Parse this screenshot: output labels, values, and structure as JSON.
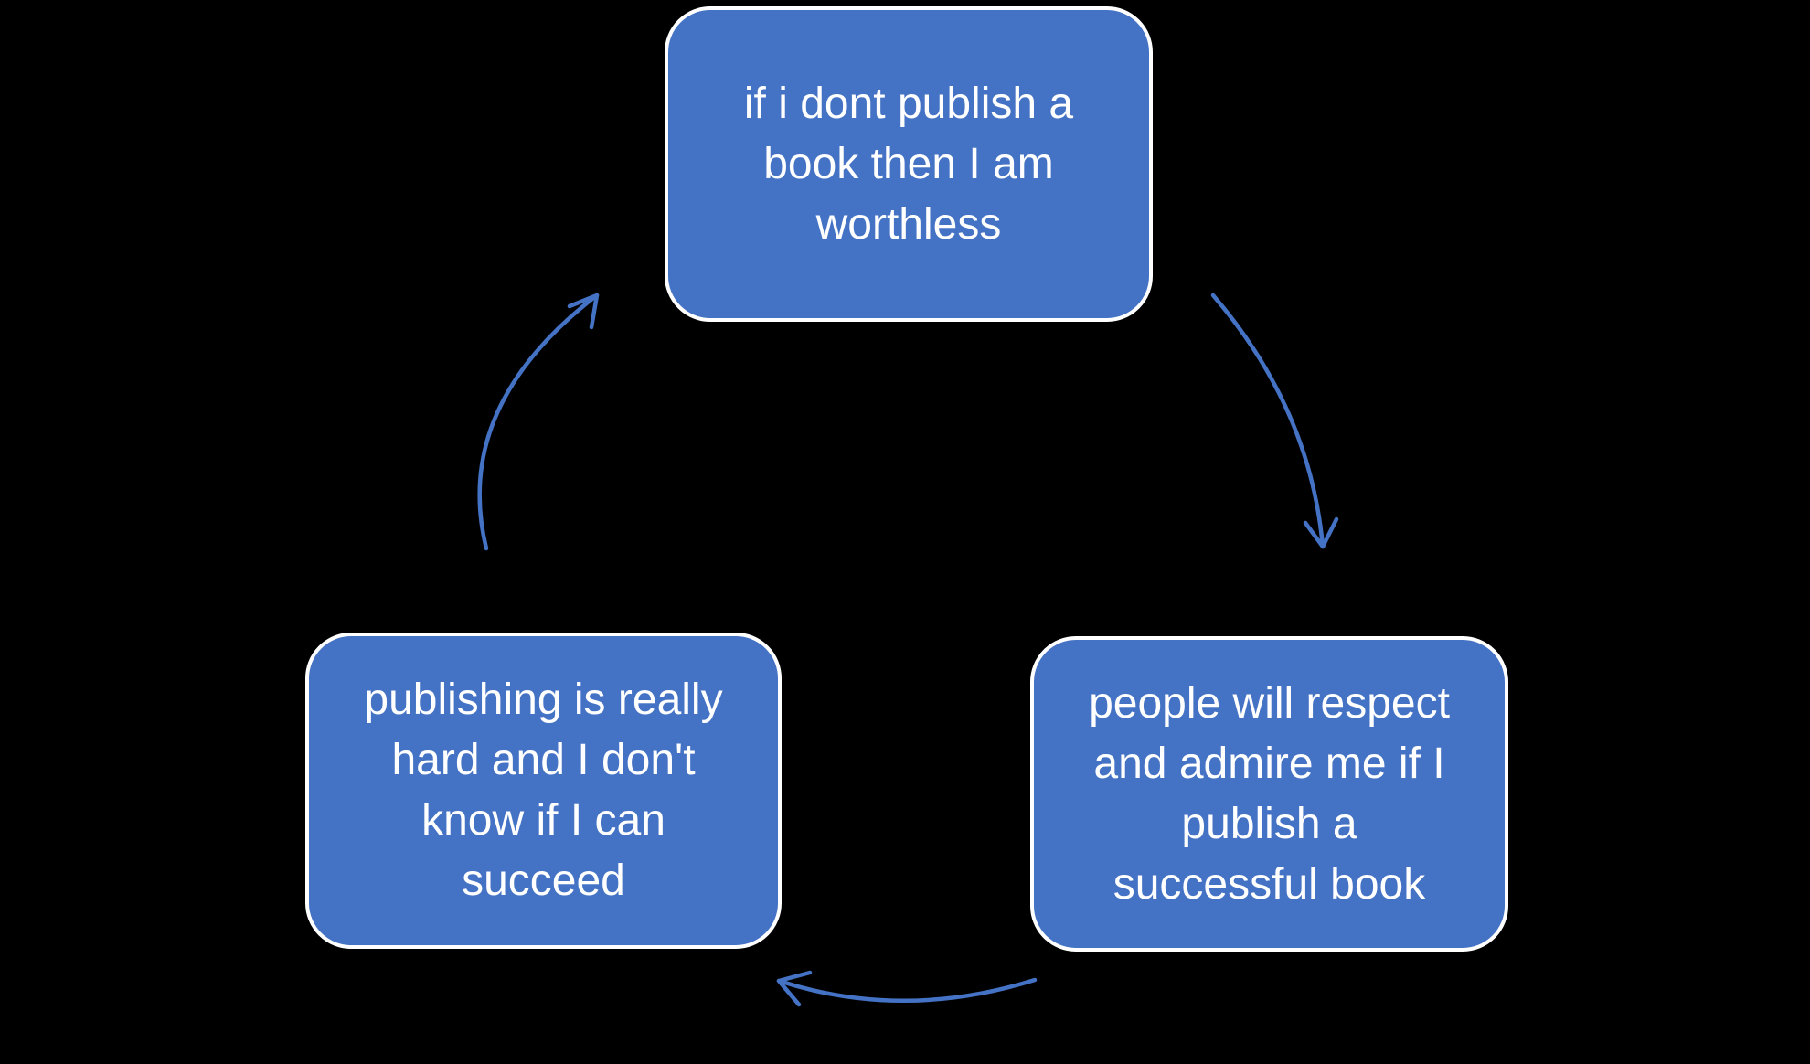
{
  "diagram": {
    "type": "cycle",
    "nodes": [
      {
        "id": "top",
        "label": "if i dont publish a\nbook then I am\nworthless"
      },
      {
        "id": "right",
        "label": "people will respect\nand admire me if I\npublish a\nsuccessful book"
      },
      {
        "id": "left",
        "label": "publishing is really\nhard and I don't\nknow if I can\nsucceed"
      }
    ],
    "edges": [
      {
        "from": "top",
        "to": "right"
      },
      {
        "from": "right",
        "to": "left"
      },
      {
        "from": "left",
        "to": "top"
      }
    ]
  },
  "colors": {
    "background": "#000000",
    "node_fill": "#4472C4",
    "node_border": "#FFFFFF",
    "node_text": "#FFFFFF",
    "arrow": "#4472C4"
  }
}
